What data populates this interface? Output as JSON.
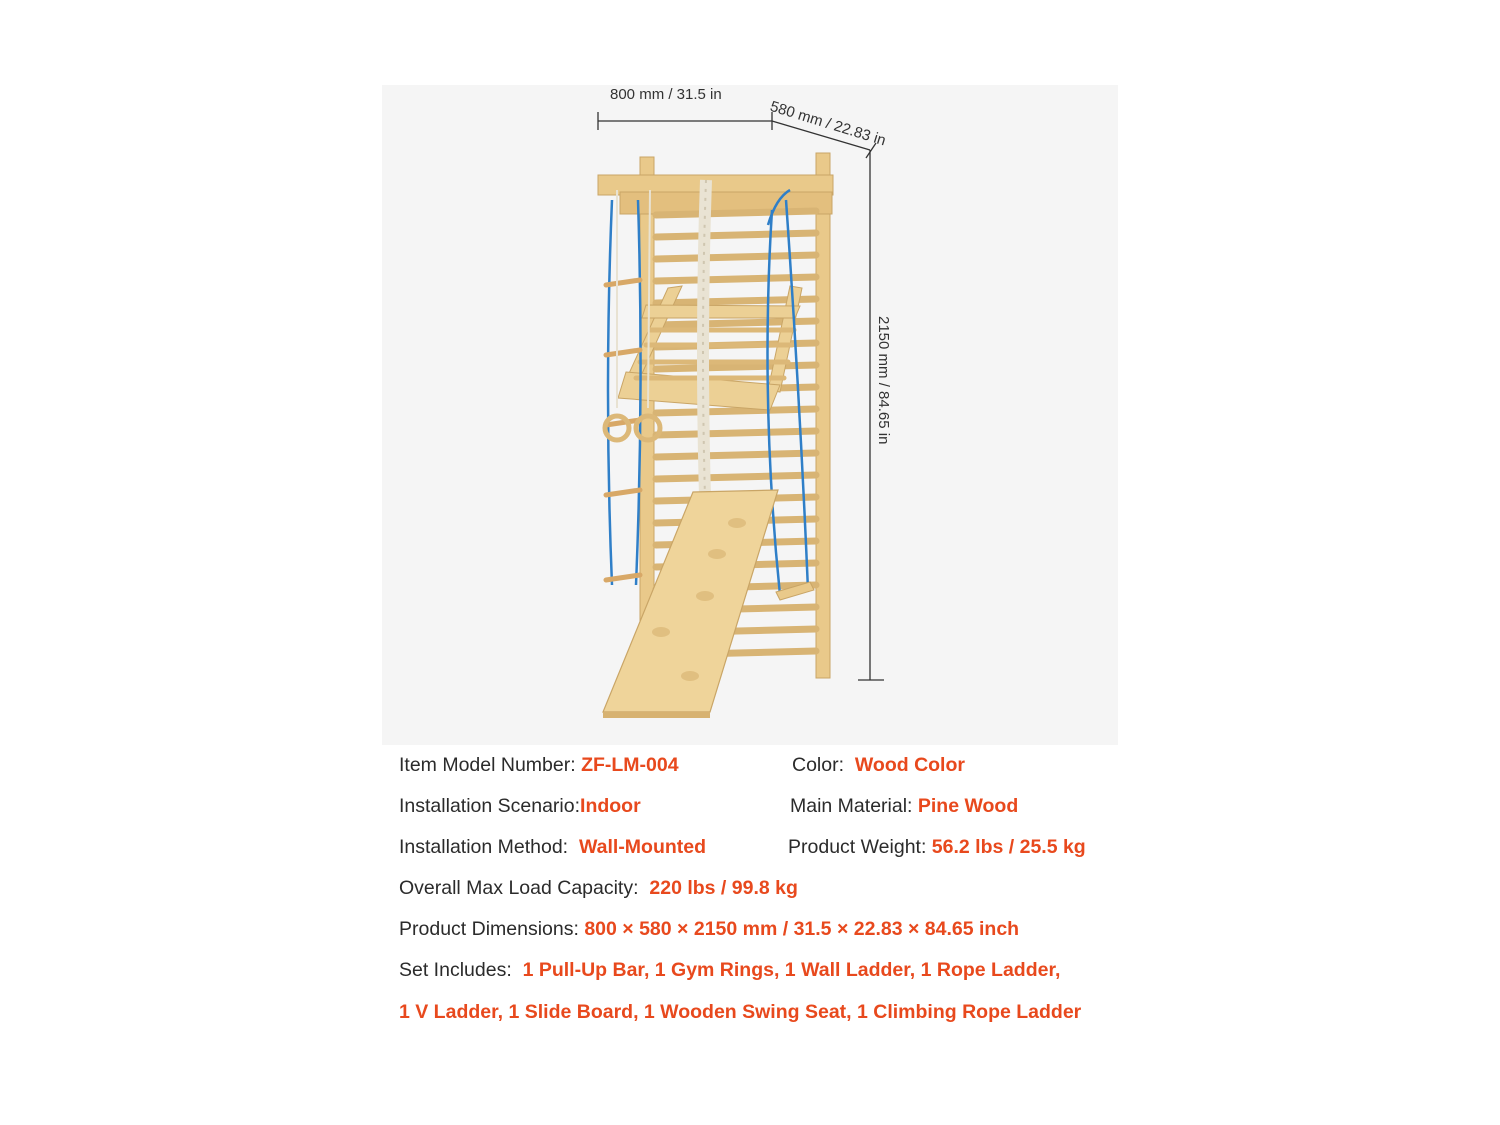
{
  "colors": {
    "accent": "#e8491d",
    "text": "#2b2b2b",
    "wood": "#e9c98a",
    "rope": "#2f7fc8"
  },
  "dimensions": {
    "width": "800 mm / 31.5 in",
    "depth": "580 mm / 22.83 in",
    "height": "2150 mm / 84.65 in"
  },
  "specs": {
    "model_label": "Item Model Number: ",
    "model_value": "ZF-LM-004",
    "color_label": "Color: ",
    "color_value": "Wood Color",
    "scenario_label": "Installation Scenario:",
    "scenario_value": "Indoor",
    "material_label": "Main Material: ",
    "material_value": "Pine Wood",
    "method_label": "Installation Method: ",
    "method_value": "Wall-Mounted",
    "weight_label": "Product Weight: ",
    "weight_value": "56.2 lbs / 25.5 kg",
    "load_label": "Overall Max Load Capacity: ",
    "load_value": "220 lbs / 99.8 kg",
    "dims_label": "Product Dimensions: ",
    "dims_value": "800 × 580 × 2150 mm / 31.5 × 22.83 × 84.65 inch",
    "set_label": "Set Includes: ",
    "set_value_1": "1 Pull-Up Bar, 1 Gym Rings, 1 Wall Ladder, 1 Rope Ladder,",
    "set_value_2": "1 V Ladder, 1 Slide Board, 1 Wooden Swing Seat, 1 Climbing Rope Ladder"
  }
}
